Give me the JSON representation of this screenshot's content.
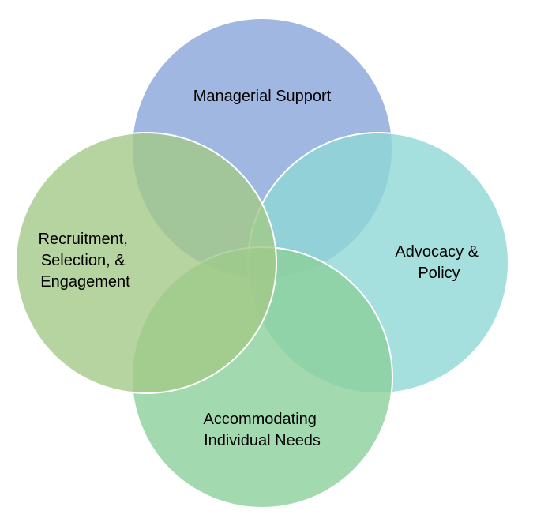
{
  "diagram": {
    "type": "venn",
    "circles": [
      {
        "id": "managerial-support",
        "lines": [
          "Managerial Support"
        ],
        "color": "#8faadc"
      },
      {
        "id": "advocacy-policy",
        "lines": [
          "Advocacy &",
          "Policy"
        ],
        "color": "#8fd7d6"
      },
      {
        "id": "accommodating-needs",
        "lines": [
          "Accommodating",
          "Individual Needs"
        ],
        "color": "#8ccf9a"
      },
      {
        "id": "recruitment",
        "lines": [
          "Recruitment,",
          "Selection, &",
          "Engagement"
        ],
        "color": "#a3c987"
      }
    ]
  }
}
